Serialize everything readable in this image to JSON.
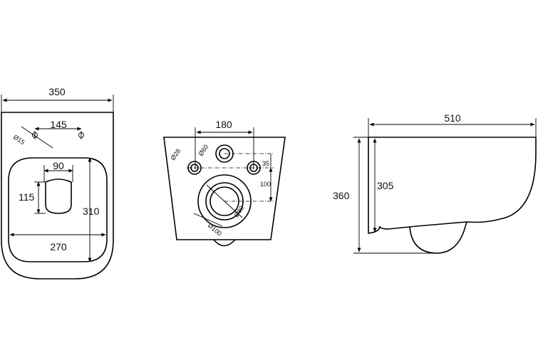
{
  "top_view": {
    "overall_width": "350",
    "hole_spacing": "145",
    "hole_diameter": "Ø15",
    "seat_opening_width": "90",
    "seat_opening_depth": "115",
    "inner_width": "270",
    "inner_length": "310"
  },
  "back_view": {
    "bolt_spacing": "180",
    "bolt_hole_diameter": "Ø28",
    "inlet_diameter": "Ø60",
    "vertical_offset_small": "35",
    "vertical_offset_large": "100",
    "outlet_inner_diameter": "Ø80",
    "outlet_outer_diameter": "Ø100"
  },
  "side_view": {
    "overall_length": "510",
    "overall_height": "360",
    "body_height": "305"
  }
}
